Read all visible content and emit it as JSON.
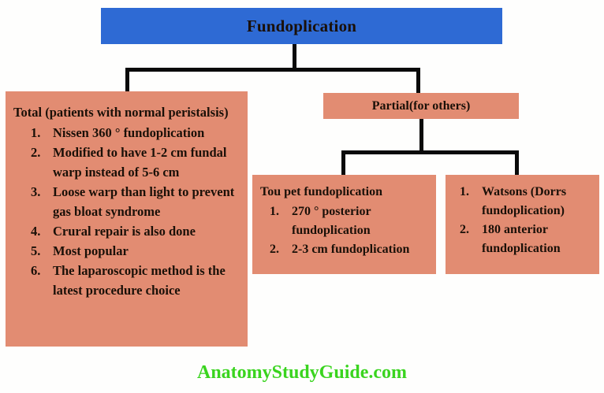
{
  "diagram": {
    "title": "Fundoplication",
    "colors": {
      "title_box": "#2e6ad4",
      "node_box": "#e28c72",
      "connector": "#0a0a0a",
      "watermark": "#3ad41f",
      "text": "#1a1008",
      "background": "#fefefd"
    },
    "nodes": {
      "total": {
        "heading": "Total (patients with normal peristalsis)",
        "items": [
          "Nissen 360 ° fundoplication",
          "Modified to have 1-2 cm fundal warp instead of 5-6 cm",
          "Loose warp than light to prevent gas bloat syndrome",
          "Crural repair is also done",
          "Most popular",
          "The laparoscopic method is the latest procedure choice"
        ]
      },
      "partial": {
        "heading": "Partial(for others)",
        "items": []
      },
      "toupet": {
        "heading": "Tou pet fundoplication",
        "items": [
          "270 ° posterior fundoplication",
          "2-3 cm fundoplication"
        ]
      },
      "watsons": {
        "heading": "",
        "items": [
          "Watsons (Dorrs fundoplication)",
          "180 anterior fundoplication"
        ]
      }
    },
    "numbering": {
      "n1": "1.",
      "n2": "2.",
      "n3": "3.",
      "n4": "4.",
      "n5": "5.",
      "n6": "6."
    },
    "watermark": "AnatomyStudyGuide.com"
  }
}
